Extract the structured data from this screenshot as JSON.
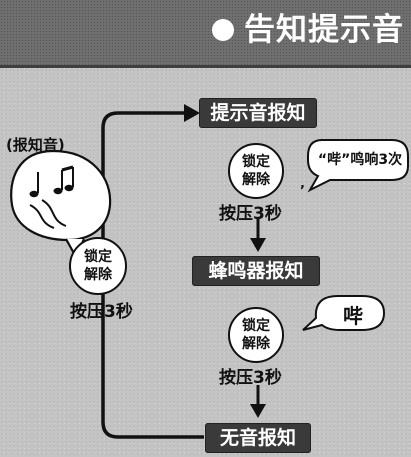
{
  "header": {
    "title": "告知提示音"
  },
  "side": {
    "caption": "(报知音)",
    "lock_line1": "锁定",
    "lock_line2": "解除",
    "press_label": "按压3秒"
  },
  "flow": {
    "mode1": {
      "label": "提示音报知",
      "lock_line1": "锁定",
      "lock_line2": "解除",
      "press_label": "按压3秒",
      "bubble_text": "“哔”鸣响3次"
    },
    "mode2": {
      "label": "蜂鸣器报知",
      "lock_line1": "锁定",
      "lock_line2": "解除",
      "press_label": "按压3秒",
      "bubble_text": "哔"
    },
    "mode3": {
      "label": "无音报知"
    },
    "stray_mark": "’"
  },
  "colors": {
    "background": "#c4c4c4",
    "header_band": "#6f6f6f",
    "label_box": "#3a3a3a",
    "label_text": "#ffffff",
    "line": "#111111"
  },
  "icons": [
    "music-notes-icon",
    "sound-waves-icon",
    "speech-bubble-icon",
    "arrow-down-icon",
    "arrow-right-icon"
  ]
}
